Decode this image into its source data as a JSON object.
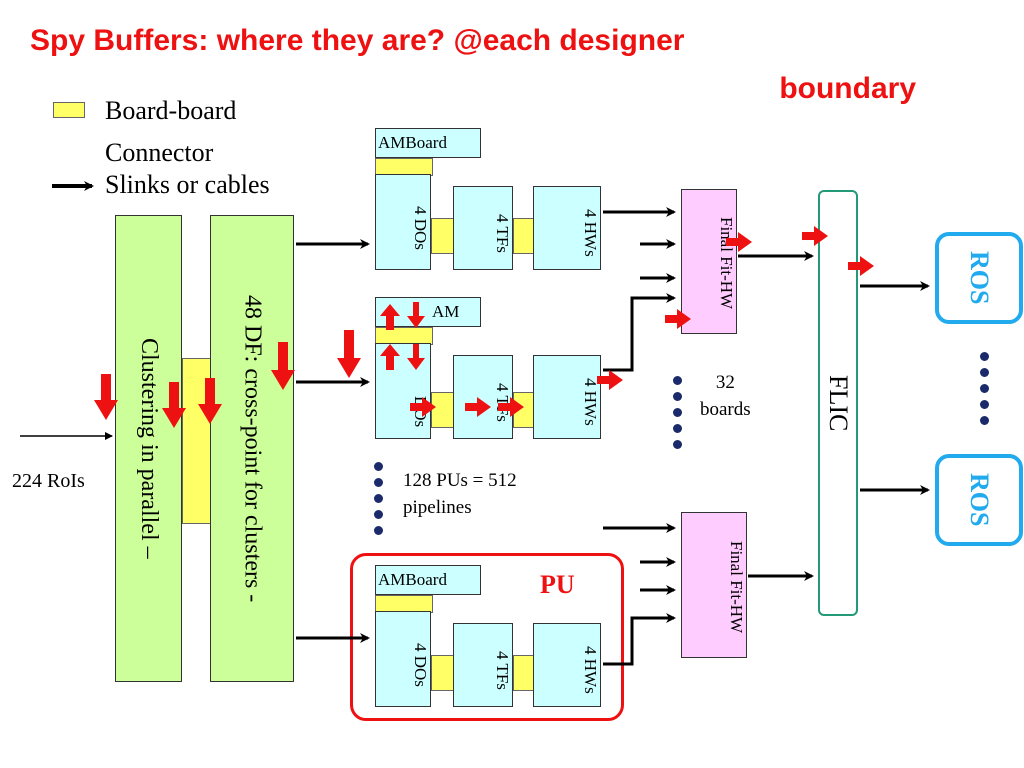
{
  "title": {
    "line1": "Spy  Buffers: where they are?  @each designer",
    "line2": "boundary"
  },
  "legend": {
    "connector_label_1": "Board-board",
    "connector_label_2": "Connector",
    "cable_label": "Slinks or cables"
  },
  "inputs": {
    "rois_label": "224 RoIs"
  },
  "clustering": {
    "label": "Clustering in parallel –"
  },
  "df": {
    "label": "48 DF:  cross-point for clusters -"
  },
  "boards": [
    {
      "header": "AMBoard",
      "do_label": "4  DOs",
      "tf_label": "4 TFs",
      "hw_label": "4 HWs"
    },
    {
      "header": "AM",
      "do_label": "DOs",
      "tf_label": "4 TFs",
      "hw_label": "4 HWs"
    },
    {
      "header": "AMBoard",
      "do_label": "4  DOs",
      "tf_label": "4 TFs",
      "hw_label": "4 HWs"
    }
  ],
  "final_fit": {
    "label": "Final Fit-HW"
  },
  "flic": {
    "label": "FLIC"
  },
  "ros": {
    "label": "ROS"
  },
  "annotations": {
    "boards_count": "32\nboards",
    "pus": "128 PUs = 512\npipelines",
    "pu_label": "PU"
  },
  "colors": {
    "title": "#ee1111",
    "spy_arrow": "#ee1111",
    "clustering": "#ccff99",
    "board": "#ccffff",
    "final_fit": "#ffccff",
    "connector": "#ffff66",
    "ros": "#22aaee",
    "flic_border": "#229977",
    "dots": "#1a2a6a",
    "pu_border": "#ee1111"
  }
}
